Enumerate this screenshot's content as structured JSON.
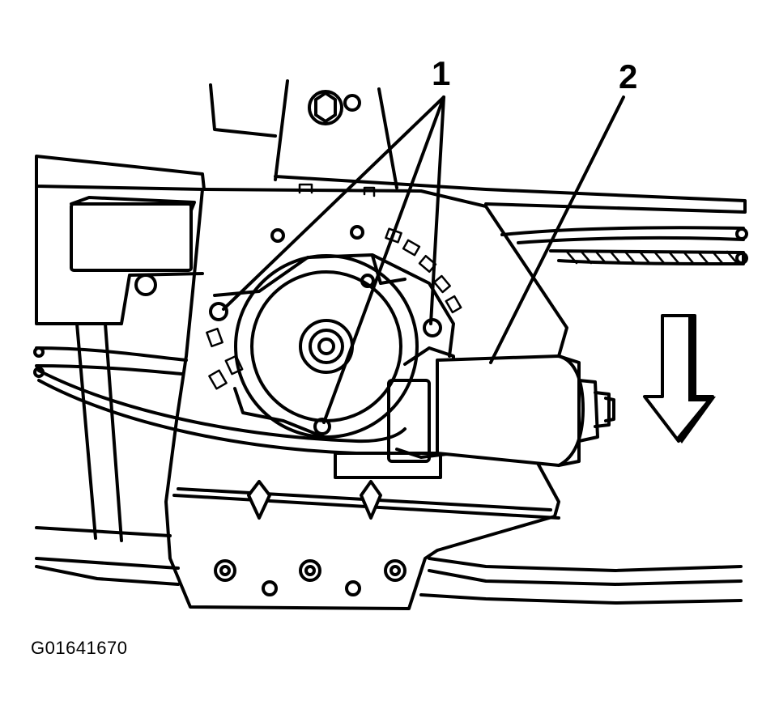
{
  "callouts": {
    "one": "1",
    "two": "2"
  },
  "figure_id": "G01641670",
  "colors": {
    "ink": "#000000",
    "paper": "#ffffff"
  }
}
